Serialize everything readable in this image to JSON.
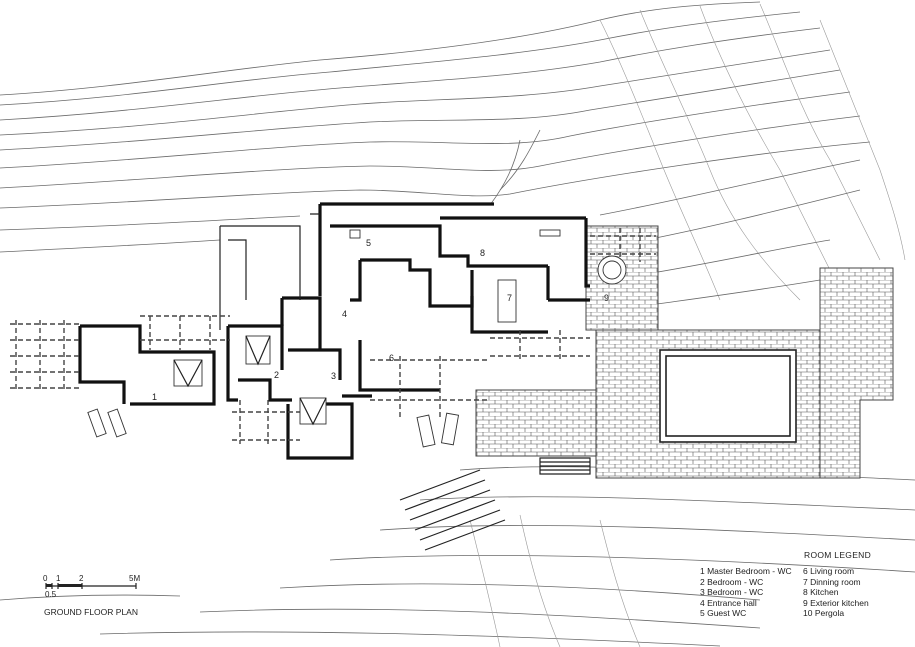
{
  "room_numbers": [
    "1",
    "2",
    "3",
    "4",
    "5",
    "6",
    "7",
    "8",
    "9"
  ],
  "legend": {
    "title": "ROOM LEGEND",
    "col1": [
      "1 Master Bedroom - WC",
      "2 Bedroom - WC",
      "3 Bedroom - WC",
      "4 Entrance hall",
      "5 Guest WC"
    ],
    "col2": [
      "6 Living room",
      "7 Dinning room",
      "8 Kitchen",
      "9 Exterior kitchen",
      "10 Pergola"
    ]
  },
  "plan_title": "GROUND FLOOR PLAN",
  "scale_bar": {
    "labels": [
      "0",
      "1",
      "2",
      "5M"
    ],
    "sub_label": "0.5"
  },
  "colors": {
    "walls": "#111111",
    "contours": "#6a6a6a",
    "background": "#ffffff"
  }
}
